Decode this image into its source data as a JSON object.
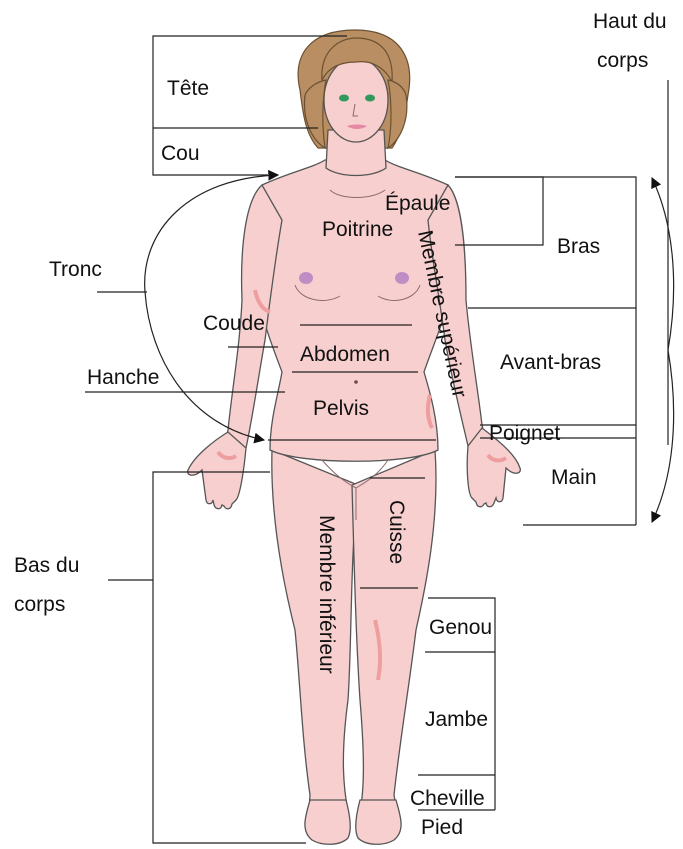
{
  "labels": {
    "tete": "Tête",
    "cou": "Cou",
    "haut_du": "Haut du",
    "corps_haut": "corps",
    "epaule": "Épaule",
    "poitrine": "Poitrine",
    "bras": "Bras",
    "tronc": "Tronc",
    "membre_superieur": "Membre supérieur",
    "coude": "Coude",
    "abdomen": "Abdomen",
    "avant_bras": "Avant-bras",
    "hanche": "Hanche",
    "pelvis": "Pelvis",
    "poignet": "Poignet",
    "main": "Main",
    "cuisse": "Cuisse",
    "bas_du": "Bas du",
    "corps_bas": "corps",
    "membre_inferieur": "Membre inférieur",
    "genou": "Genou",
    "jambe": "Jambe",
    "cheville": "Cheville",
    "pied": "Pied"
  },
  "colors": {
    "skin": "#f8cfcf",
    "skin_shade": "#f2b4b4",
    "hair": "#b88e62",
    "eyes": "#2f9a5a",
    "lips": "#e58aa6",
    "nipples": "#b07cc0",
    "lines": "#222222"
  },
  "icons": {
    "figure": "human-female-anatomy-figure",
    "arrows": "curved-arrow"
  }
}
